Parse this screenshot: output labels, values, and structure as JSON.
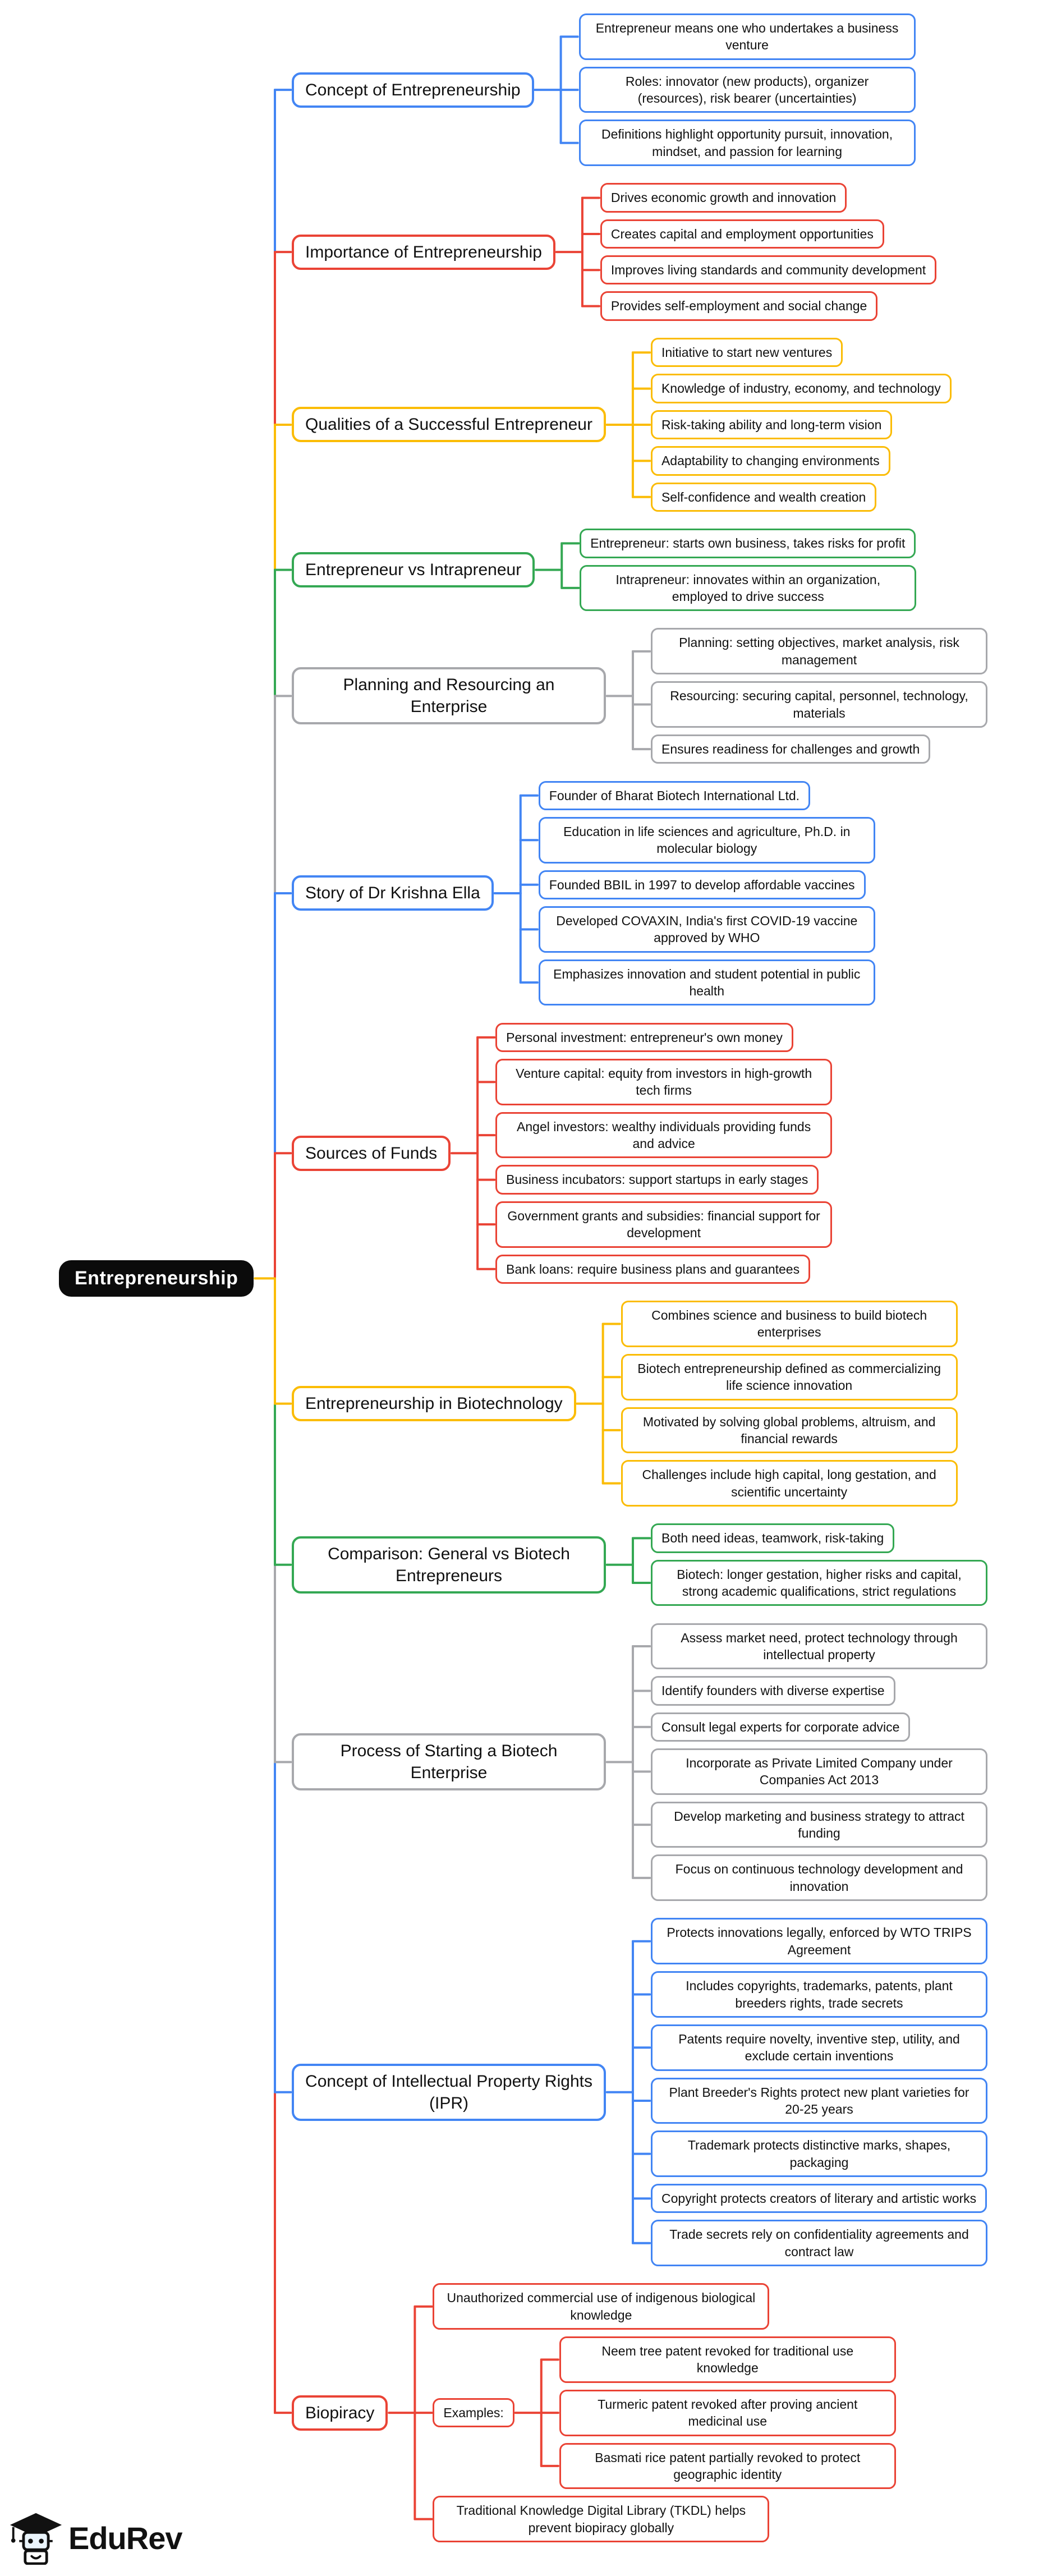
{
  "center": {
    "label": "Entrepreneurship",
    "bg": "#0b0b0b",
    "text_color": "#ffffff"
  },
  "footer": {
    "brand": "EduRev"
  },
  "branches": [
    {
      "label": "Concept of Entrepreneurship",
      "color": "#4285f4",
      "children": [
        {
          "text": "Entrepreneur means one who undertakes a business venture"
        },
        {
          "text": "Roles: innovator (new products), organizer (resources), risk bearer (uncertainties)"
        },
        {
          "text": "Definitions highlight opportunity pursuit, innovation, mindset, and passion for learning"
        }
      ]
    },
    {
      "label": "Importance of Entrepreneurship",
      "color": "#ea4335",
      "children": [
        {
          "text": "Drives economic growth and innovation"
        },
        {
          "text": "Creates capital and employment opportunities"
        },
        {
          "text": "Improves living standards and community development"
        },
        {
          "text": "Provides self-employment and social change"
        }
      ]
    },
    {
      "label": "Qualities of a Successful Entrepreneur",
      "color": "#fbbc05",
      "children": [
        {
          "text": "Initiative to start new ventures"
        },
        {
          "text": "Knowledge of industry, economy, and technology"
        },
        {
          "text": "Risk-taking ability and long-term vision"
        },
        {
          "text": "Adaptability to changing environments"
        },
        {
          "text": "Self-confidence and wealth creation"
        }
      ]
    },
    {
      "label": "Entrepreneur vs Intrapreneur",
      "color": "#34a853",
      "children": [
        {
          "text": "Entrepreneur: starts own business, takes risks for profit"
        },
        {
          "text": "Intrapreneur: innovates within an organization, employed to drive success"
        }
      ]
    },
    {
      "label": "Planning and Resourcing an Enterprise",
      "color": "#a7a8ac",
      "children": [
        {
          "text": "Planning: setting objectives, market analysis, risk management"
        },
        {
          "text": "Resourcing: securing capital, personnel, technology, materials"
        },
        {
          "text": "Ensures readiness for challenges and growth"
        }
      ]
    },
    {
      "label": "Story of Dr Krishna Ella",
      "color": "#4285f4",
      "children": [
        {
          "text": "Founder of Bharat Biotech International Ltd."
        },
        {
          "text": "Education in life sciences and agriculture, Ph.D. in molecular biology"
        },
        {
          "text": "Founded BBIL in 1997 to develop affordable vaccines"
        },
        {
          "text": "Developed COVAXIN, India's first COVID-19 vaccine approved by WHO"
        },
        {
          "text": "Emphasizes innovation and student potential in public health"
        }
      ]
    },
    {
      "label": "Sources of Funds",
      "color": "#ea4335",
      "children": [
        {
          "text": "Personal investment: entrepreneur's own money"
        },
        {
          "text": "Venture capital: equity from investors in high-growth tech firms"
        },
        {
          "text": "Angel investors: wealthy individuals providing funds and advice"
        },
        {
          "text": "Business incubators: support startups in early stages"
        },
        {
          "text": "Government grants and subsidies: financial support for development"
        },
        {
          "text": "Bank loans: require business plans and guarantees"
        }
      ]
    },
    {
      "label": "Entrepreneurship in Biotechnology",
      "color": "#fbbc05",
      "children": [
        {
          "text": "Combines science and business to build biotech enterprises"
        },
        {
          "text": "Biotech entrepreneurship defined as commercializing life science innovation"
        },
        {
          "text": "Motivated by solving global problems, altruism, and financial rewards"
        },
        {
          "text": "Challenges include high capital, long gestation, and scientific uncertainty"
        }
      ]
    },
    {
      "label": "Comparison: General vs Biotech Entrepreneurs",
      "color": "#34a853",
      "children": [
        {
          "text": "Both need ideas, teamwork, risk-taking"
        },
        {
          "text": "Biotech: longer gestation, higher risks and capital, strong academic qualifications, strict regulations"
        }
      ]
    },
    {
      "label": "Process of Starting a Biotech Enterprise",
      "color": "#a7a8ac",
      "children": [
        {
          "text": "Assess market need, protect technology through intellectual property"
        },
        {
          "text": "Identify founders with diverse expertise"
        },
        {
          "text": "Consult legal experts for corporate advice"
        },
        {
          "text": "Incorporate as Private Limited Company under Companies Act 2013"
        },
        {
          "text": "Develop marketing and business strategy to attract funding"
        },
        {
          "text": "Focus on continuous technology development and innovation"
        }
      ]
    },
    {
      "label": "Concept of Intellectual Property Rights (IPR)",
      "color": "#4285f4",
      "children": [
        {
          "text": "Protects innovations legally, enforced by WTO TRIPS Agreement"
        },
        {
          "text": "Includes copyrights, trademarks, patents, plant breeders rights, trade secrets"
        },
        {
          "text": "Patents require novelty, inventive step, utility, and exclude certain inventions"
        },
        {
          "text": "Plant Breeder's Rights protect new plant varieties for 20-25 years"
        },
        {
          "text": "Trademark protects distinctive marks, shapes, packaging"
        },
        {
          "text": "Copyright protects creators of literary and artistic works"
        },
        {
          "text": "Trade secrets rely on confidentiality agreements and contract law"
        }
      ]
    },
    {
      "label": "Biopiracy",
      "color": "#ea4335",
      "children": [
        {
          "text": "Unauthorized commercial use of indigenous biological knowledge"
        },
        {
          "label": "Examples:",
          "children": [
            {
              "text": "Neem tree patent revoked for traditional use knowledge"
            },
            {
              "text": "Turmeric patent revoked after proving ancient medicinal use"
            },
            {
              "text": "Basmati rice patent partially revoked to protect geographic identity"
            }
          ]
        },
        {
          "text": "Traditional Knowledge Digital Library (TKDL) helps prevent biopiracy globally"
        }
      ]
    }
  ]
}
